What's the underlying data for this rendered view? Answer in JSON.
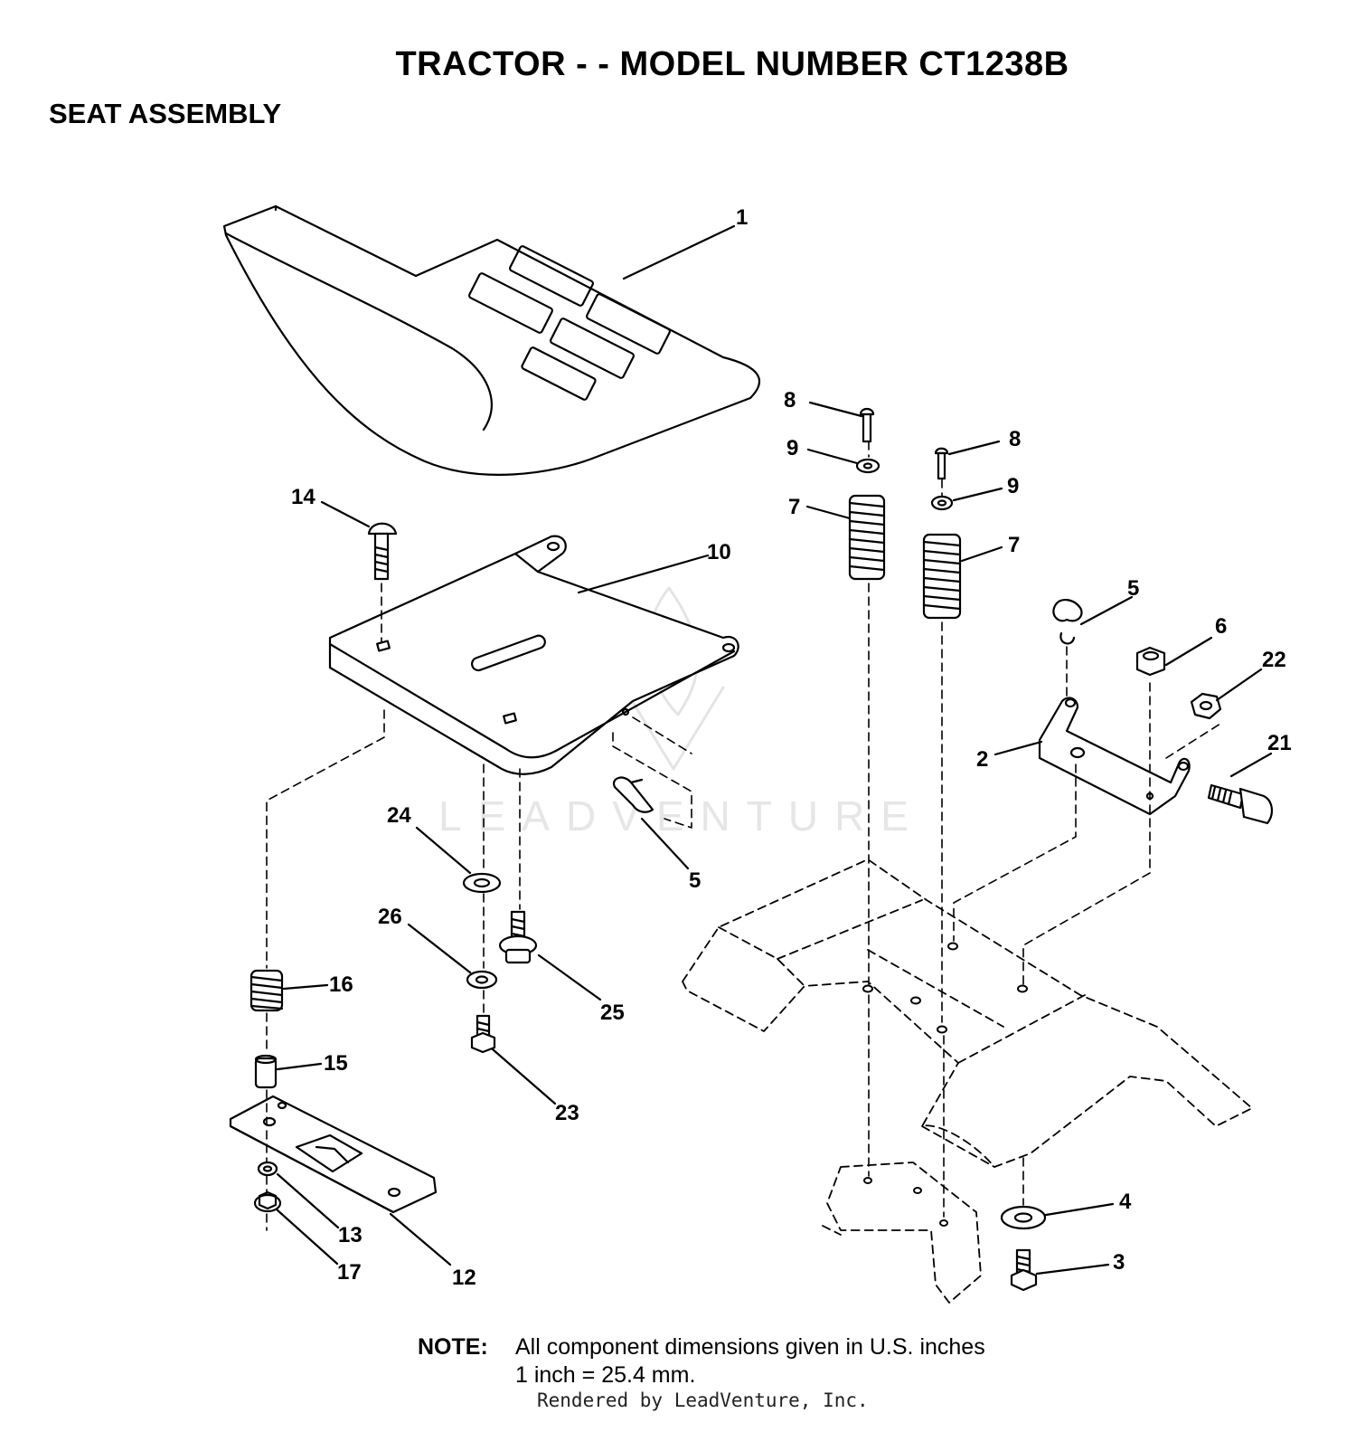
{
  "header": {
    "title": "TRACTOR - - MODEL NUMBER CT1238B",
    "subtitle": "SEAT ASSEMBLY"
  },
  "watermark": {
    "text": "LEADVENTURE"
  },
  "callouts": [
    "1",
    "8",
    "9",
    "8",
    "9",
    "7",
    "7",
    "14",
    "10",
    "5",
    "6",
    "22",
    "2",
    "21",
    "24",
    "5",
    "26",
    "25",
    "16",
    "15",
    "23",
    "13",
    "17",
    "12",
    "4",
    "3"
  ],
  "note": {
    "label": "NOTE:",
    "line1": "All component dimensions given in U.S. inches",
    "line2": "1 inch = 25.4 mm."
  },
  "footer": {
    "rendered_by": "Rendered by LeadVenture, Inc."
  }
}
